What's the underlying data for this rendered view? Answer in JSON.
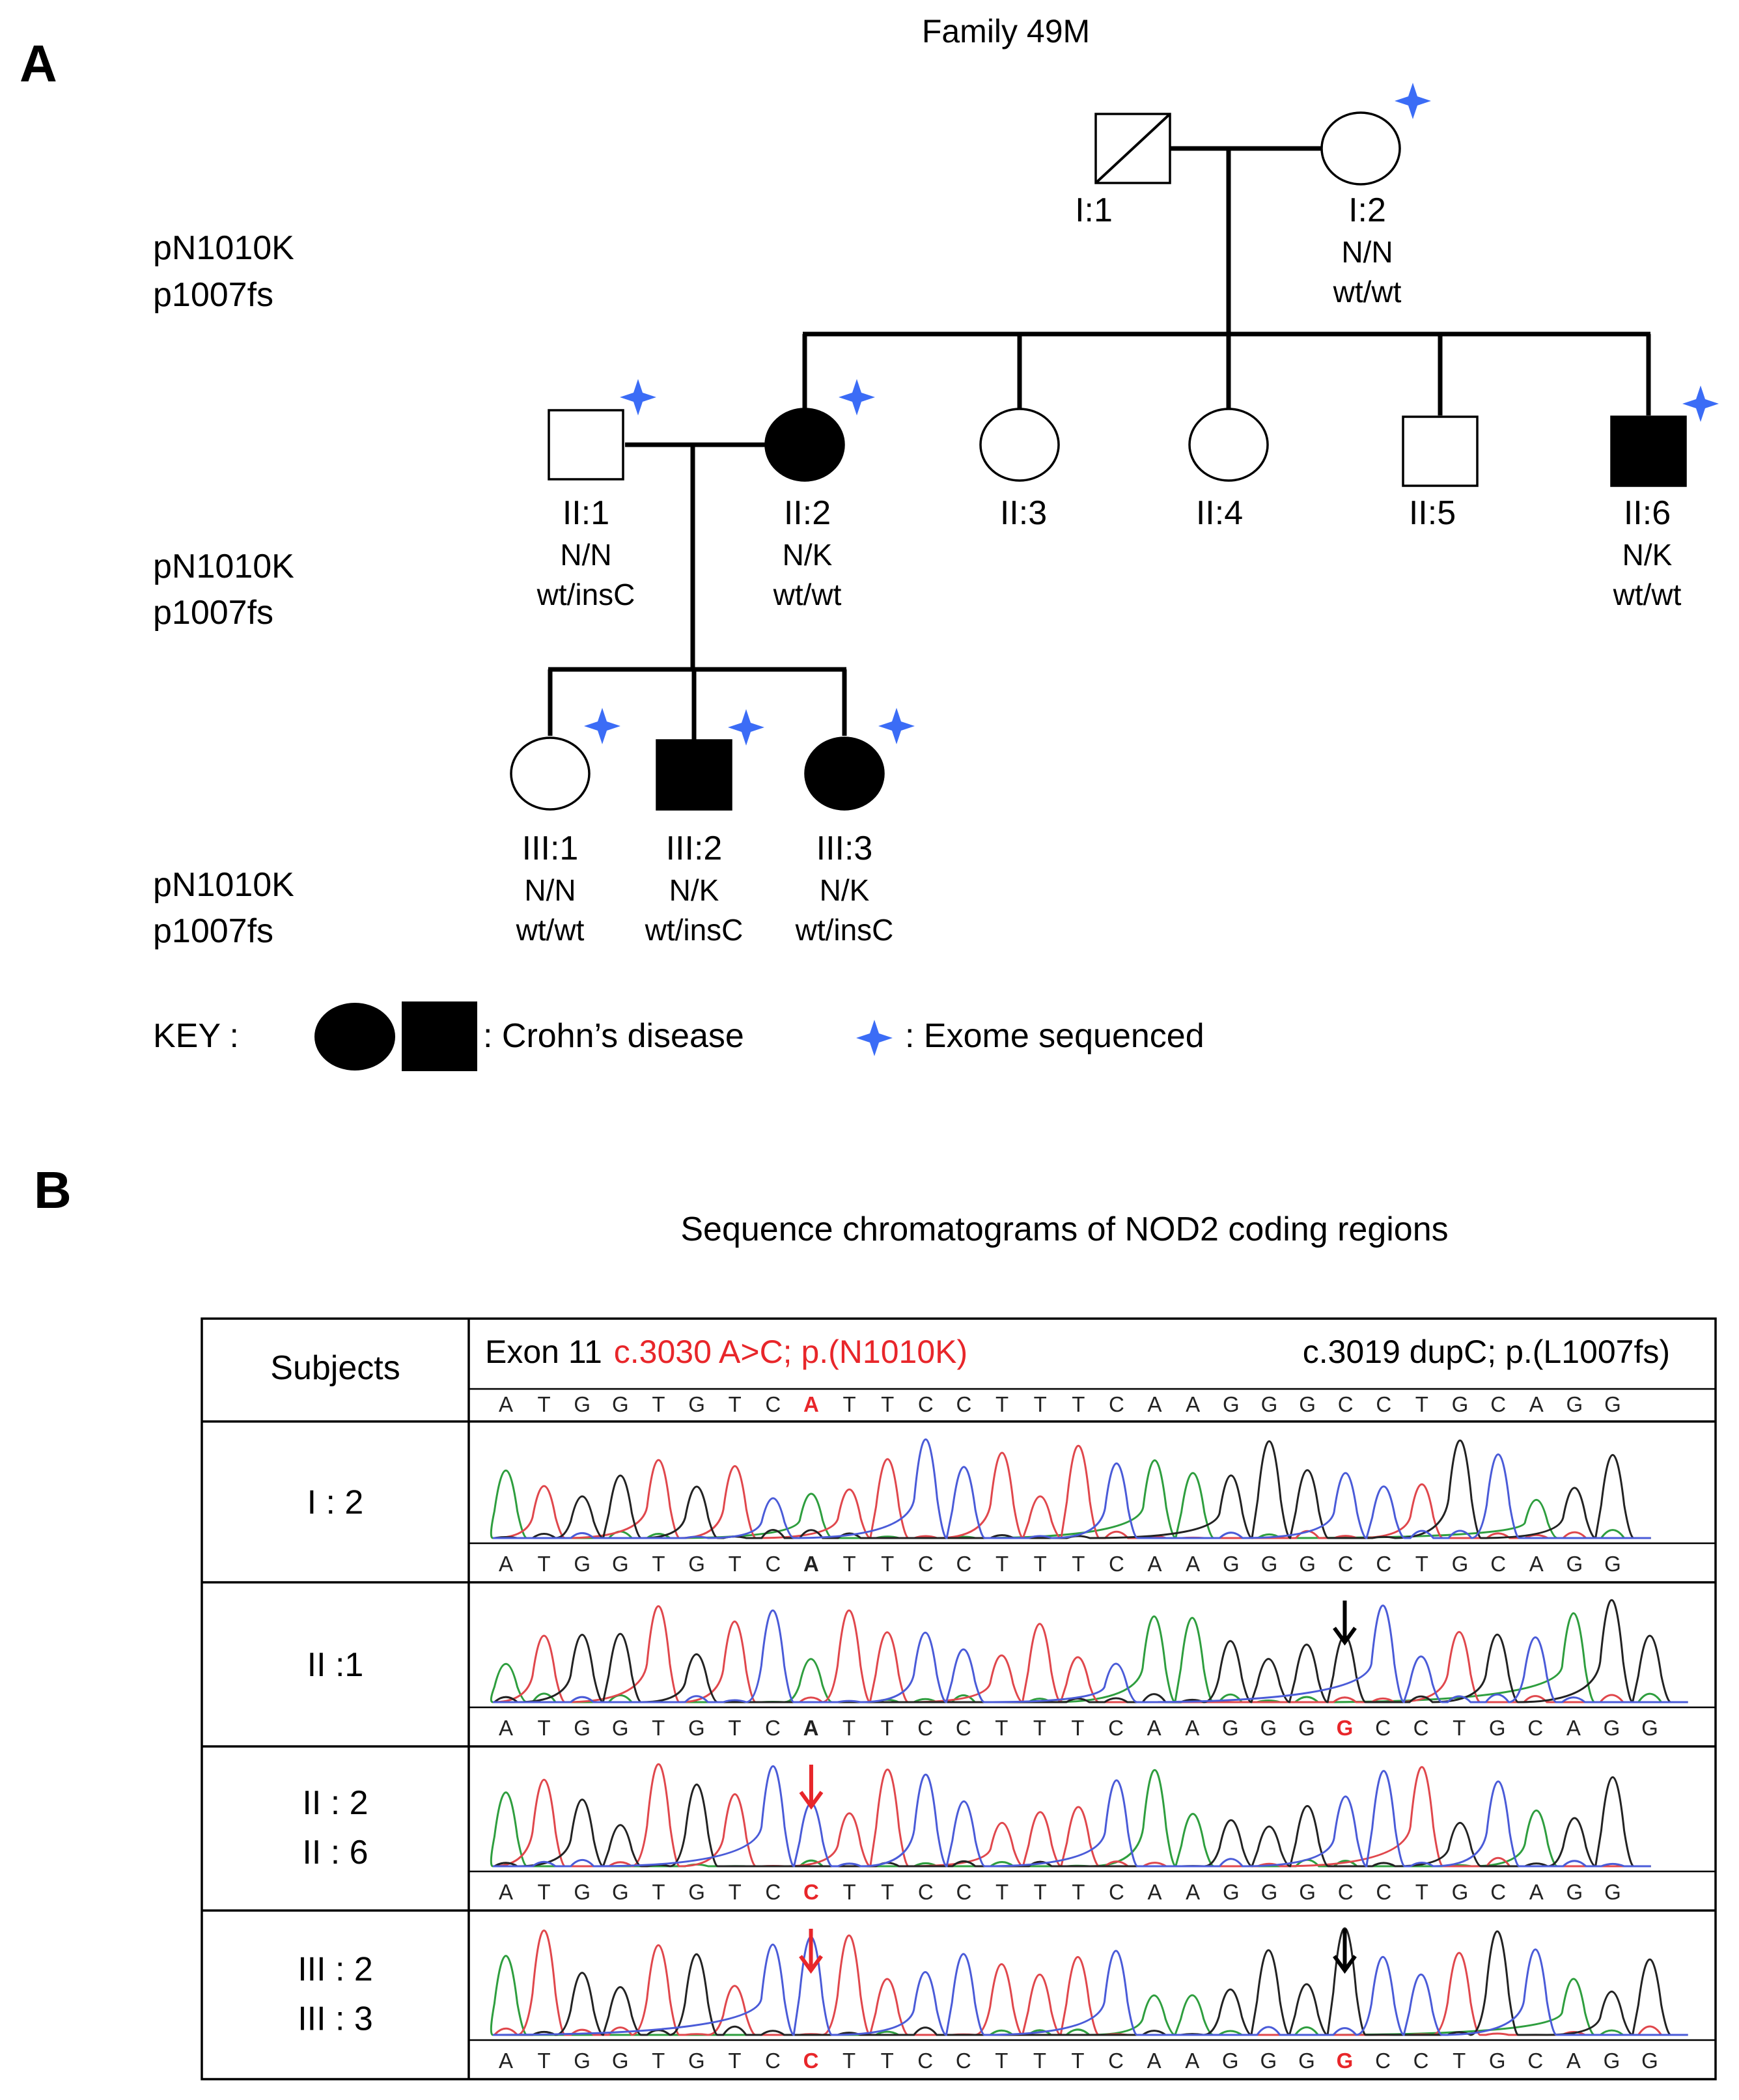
{
  "panel_a": {
    "letter": "A",
    "title": "Family 49M",
    "row_labels": [
      {
        "mutation1": "pN1010K",
        "mutation2": "p1007fs"
      },
      {
        "mutation1": "pN1010K",
        "mutation2": "p1007fs"
      },
      {
        "mutation1": "pN1010K",
        "mutation2": "p1007fs"
      }
    ],
    "individuals": [
      {
        "id": "I:1",
        "sex": "male",
        "affected": false,
        "deceased": true,
        "exome": false,
        "geno1": "",
        "geno2": ""
      },
      {
        "id": "I:2",
        "sex": "female",
        "affected": false,
        "deceased": false,
        "exome": true,
        "geno1": "N/N",
        "geno2": "wt/wt"
      },
      {
        "id": "II:1",
        "sex": "male",
        "affected": false,
        "deceased": false,
        "exome": true,
        "geno1": "N/N",
        "geno2": "wt/insC"
      },
      {
        "id": "II:2",
        "sex": "female",
        "affected": true,
        "deceased": false,
        "exome": true,
        "geno1": "N/K",
        "geno2": "wt/wt"
      },
      {
        "id": "II:3",
        "sex": "female",
        "affected": false,
        "deceased": false,
        "exome": false,
        "geno1": "",
        "geno2": ""
      },
      {
        "id": "II:4",
        "sex": "female",
        "affected": false,
        "deceased": false,
        "exome": false,
        "geno1": "",
        "geno2": ""
      },
      {
        "id": "II:5",
        "sex": "male",
        "affected": false,
        "deceased": false,
        "exome": false,
        "geno1": "",
        "geno2": ""
      },
      {
        "id": "II:6",
        "sex": "male",
        "affected": true,
        "deceased": false,
        "exome": true,
        "geno1": "N/K",
        "geno2": "wt/wt"
      },
      {
        "id": "III:1",
        "sex": "female",
        "affected": false,
        "deceased": false,
        "exome": true,
        "geno1": "N/N",
        "geno2": "wt/wt"
      },
      {
        "id": "III:2",
        "sex": "male",
        "affected": true,
        "deceased": false,
        "exome": true,
        "geno1": "N/K",
        "geno2": "wt/insC"
      },
      {
        "id": "III:3",
        "sex": "female",
        "affected": true,
        "deceased": false,
        "exome": true,
        "geno1": "N/K",
        "geno2": "wt/insC"
      }
    ],
    "key": {
      "label": "KEY :",
      "disease": ": Crohn’s disease",
      "exome": ": Exome sequenced"
    },
    "colors": {
      "affected": "#000000",
      "star": "#3b6cf6"
    }
  },
  "panel_b": {
    "letter": "B",
    "title": "Sequence chromatograms of NOD2 coding regions",
    "header": {
      "subjects": "Subjects",
      "exon": "Exon 11",
      "mut1": "c.3030 A>C; p.(N1010K)",
      "mut2": "c.3019 dupC; p.(L1007fs)",
      "ref_seq": [
        "A",
        "T",
        "G",
        "G",
        "T",
        "G",
        "T",
        "C",
        "A",
        "T",
        "T",
        "C",
        "C",
        "T",
        "T",
        "T",
        "C",
        "A",
        "A",
        "G",
        "G",
        "G",
        "C",
        "C",
        "T",
        "G",
        "C",
        "A",
        "G",
        "G"
      ],
      "ref_highlight": [
        8
      ]
    },
    "rows": [
      {
        "subjects": [
          "I : 2"
        ],
        "seq": [
          "A",
          "T",
          "G",
          "G",
          "T",
          "G",
          "T",
          "C",
          "A",
          "T",
          "T",
          "C",
          "C",
          "T",
          "T",
          "T",
          "C",
          "A",
          "A",
          "G",
          "G",
          "G",
          "C",
          "C",
          "T",
          "G",
          "C",
          "A",
          "G",
          "G"
        ],
        "bold": [
          8
        ],
        "red": [],
        "arrows": []
      },
      {
        "subjects": [
          "II :1"
        ],
        "seq": [
          "A",
          "T",
          "G",
          "G",
          "T",
          "G",
          "T",
          "C",
          "A",
          "T",
          "T",
          "C",
          "C",
          "T",
          "T",
          "T",
          "C",
          "A",
          "A",
          "G",
          "G",
          "G",
          "G",
          "C",
          "C",
          "T",
          "G",
          "C",
          "A",
          "G",
          "G"
        ],
        "bold": [
          8
        ],
        "red": [
          22
        ],
        "arrows": [
          "black"
        ]
      },
      {
        "subjects": [
          "II : 2",
          "II : 6"
        ],
        "seq": [
          "A",
          "T",
          "G",
          "G",
          "T",
          "G",
          "T",
          "C",
          "C",
          "T",
          "T",
          "C",
          "C",
          "T",
          "T",
          "T",
          "C",
          "A",
          "A",
          "G",
          "G",
          "G",
          "C",
          "C",
          "T",
          "G",
          "C",
          "A",
          "G",
          "G"
        ],
        "bold": [],
        "red": [
          8
        ],
        "arrows": [
          "red"
        ]
      },
      {
        "subjects": [
          "III : 2",
          "III : 3"
        ],
        "seq": [
          "A",
          "T",
          "G",
          "G",
          "T",
          "G",
          "T",
          "C",
          "C",
          "T",
          "T",
          "C",
          "C",
          "T",
          "T",
          "T",
          "C",
          "A",
          "A",
          "G",
          "G",
          "G",
          "G",
          "C",
          "C",
          "T",
          "G",
          "C",
          "A",
          "G",
          "G"
        ],
        "bold": [],
        "red": [
          8,
          22
        ],
        "arrows": [
          "red",
          "black"
        ]
      }
    ],
    "trace_colors": {
      "A": "#2e9e3e",
      "T": "#e0474c",
      "G": "#222222",
      "C": "#4a5bd8"
    },
    "colors": {
      "mutation": "#e8262a",
      "arrow_black": "#000000"
    }
  }
}
